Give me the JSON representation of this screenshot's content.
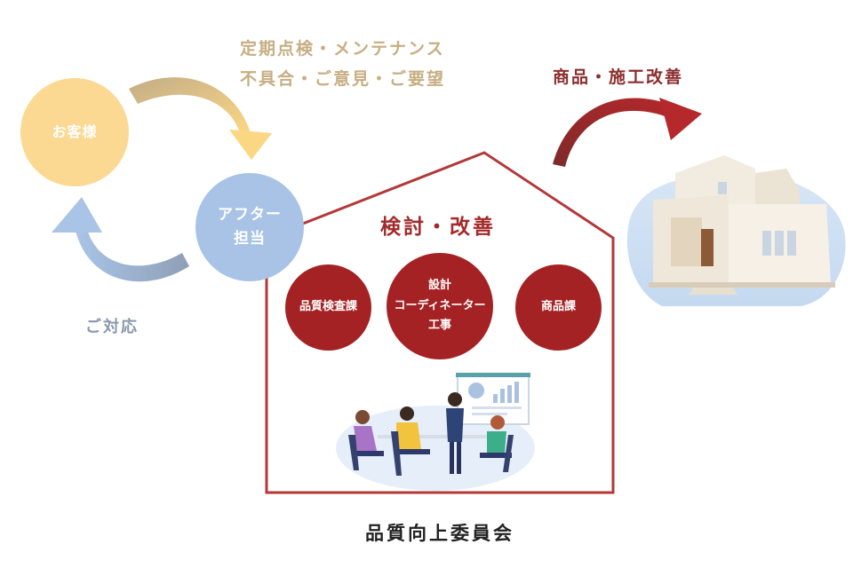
{
  "customer": {
    "label": "お客様"
  },
  "after_service": {
    "label_line1": "アフター",
    "label_line2": "担当"
  },
  "feedback": {
    "line1": "定期点検・メンテナンス",
    "line2": "不具合・ご意見・ご要望"
  },
  "support": {
    "label": "ご対応"
  },
  "improvement": {
    "label": "商品・施工改善"
  },
  "house": {
    "title": "検討・改善",
    "departments": [
      {
        "lines": [
          "品質検査課"
        ]
      },
      {
        "lines": [
          "設計",
          "コーディネーター",
          "工事"
        ]
      },
      {
        "lines": [
          "商品課"
        ]
      }
    ]
  },
  "committee": {
    "label": "品質向上委員会"
  },
  "colors": {
    "customer_circle": "#fbd992",
    "after_circle": "#a8c3e6",
    "feedback_text": "#c7ae83",
    "support_text": "#8a99ad",
    "accent_red": "#a52224",
    "house_outline": "#b3383a"
  }
}
